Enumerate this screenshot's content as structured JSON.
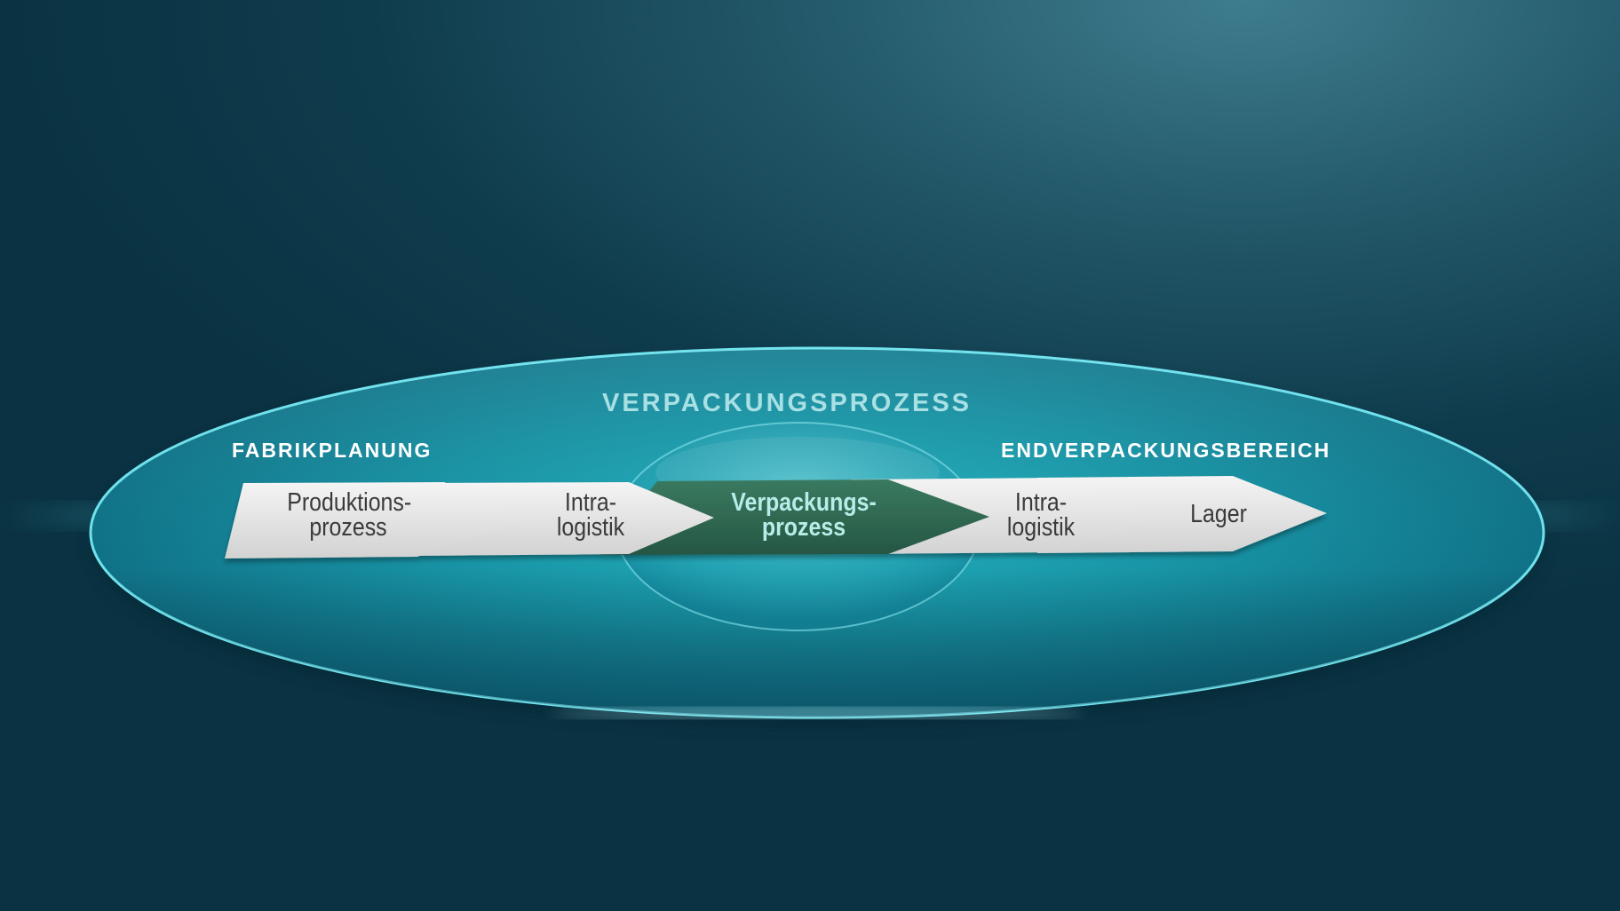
{
  "diagram": {
    "title": "VERPACKUNGSPROZESS",
    "left_label": "FABRIKPLANUNG",
    "right_label": "ENDVERPACKUNGSBEREICH",
    "steps": [
      {
        "line1": "Produktions-",
        "line2": "prozess",
        "active": false
      },
      {
        "line1": "Intra-",
        "line2": "logistik",
        "active": false
      },
      {
        "line1": "Verpackungs-",
        "line2": "prozess",
        "active": true
      },
      {
        "line1": "Intra-",
        "line2": "logistik",
        "active": false
      },
      {
        "line1": "Lager",
        "line2": "",
        "active": false
      }
    ]
  },
  "colors": {
    "disc": "#1aa3b2",
    "arrow_light": "#e6e6e6",
    "arrow_active": "#2f6a53",
    "active_text": "#b8ece8",
    "title_text": "#a8e0e4"
  }
}
